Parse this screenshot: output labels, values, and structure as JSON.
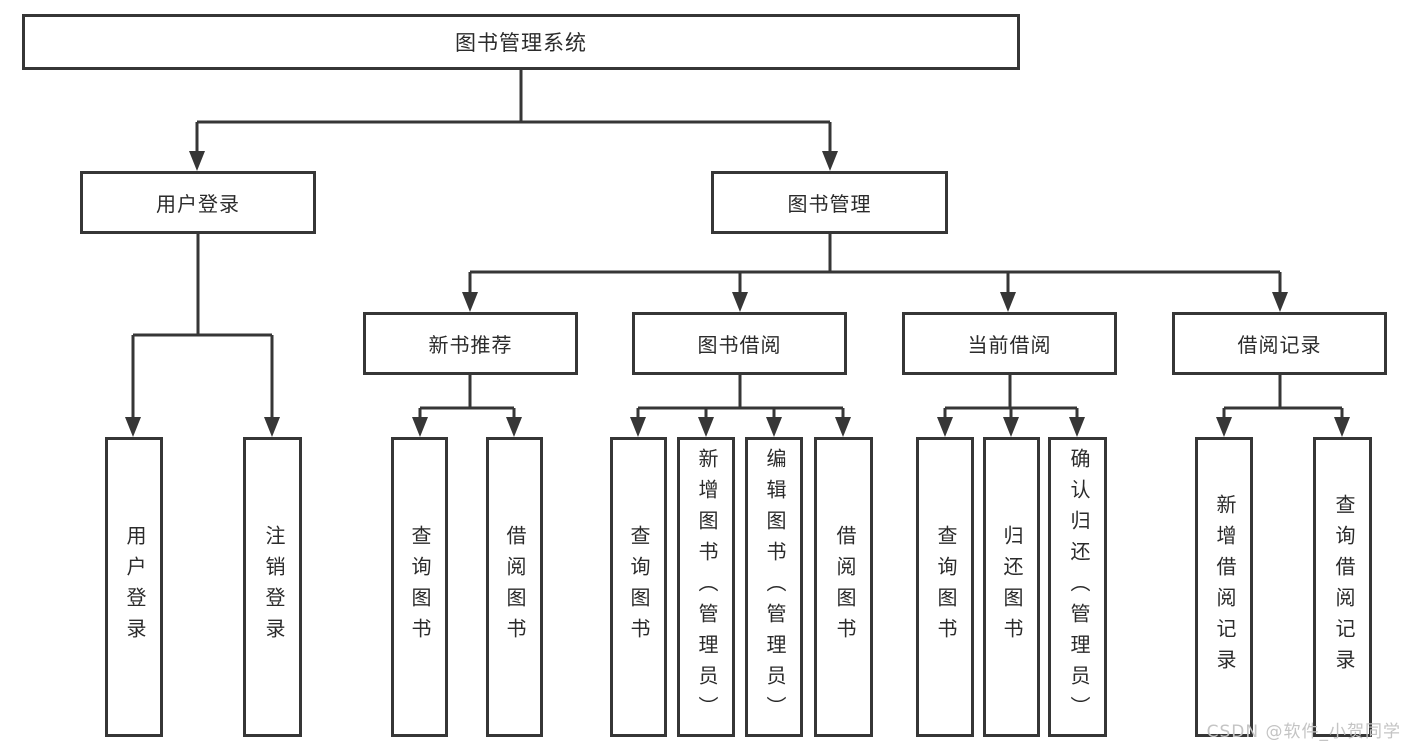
{
  "diagram": {
    "root": {
      "label": "图书管理系统",
      "children": [
        {
          "label": "用户登录",
          "children": [
            {
              "label": "用户登录"
            },
            {
              "label": "注销登录"
            }
          ]
        },
        {
          "label": "图书管理",
          "children": [
            {
              "label": "新书推荐",
              "children": [
                {
                  "label": "查询图书"
                },
                {
                  "label": "借阅图书"
                }
              ]
            },
            {
              "label": "图书借阅",
              "children": [
                {
                  "label": "查询图书"
                },
                {
                  "label": "新增图书（管理员）"
                },
                {
                  "label": "编辑图书（管理员）"
                },
                {
                  "label": "借阅图书"
                }
              ]
            },
            {
              "label": "当前借阅",
              "children": [
                {
                  "label": "查询图书"
                },
                {
                  "label": "归还图书"
                },
                {
                  "label": "确认归还（管理员）"
                }
              ]
            },
            {
              "label": "借阅记录",
              "children": [
                {
                  "label": "新增借阅记录"
                },
                {
                  "label": "查询借阅记录"
                }
              ]
            }
          ]
        }
      ]
    }
  },
  "watermark": {
    "text": "CSDN @软件_小贺同学"
  },
  "colors": {
    "line": "#363636",
    "box_border": "#363636",
    "box_background": "#ffffff",
    "text": "#2b2b2b",
    "watermark": "#c4c4c4",
    "background": "#ffffff"
  }
}
